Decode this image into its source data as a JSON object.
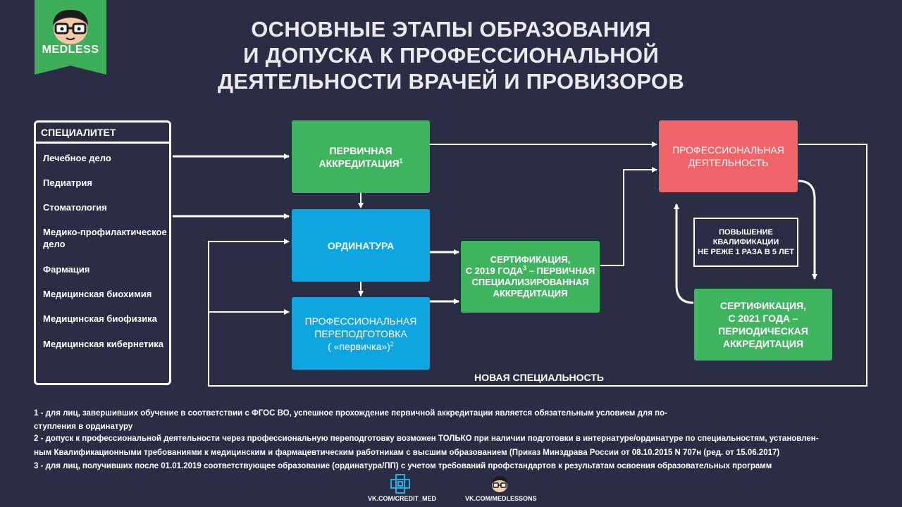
{
  "logo": {
    "text": "MEDLESS"
  },
  "title": [
    "ОСНОВНЫЕ ЭТАПЫ ОБРАЗОВАНИЯ",
    "И ДОПУСКА К ПРОФЕССИОНАЛЬНОЙ",
    "ДЕЯТЕЛЬНОСТИ ВРАЧЕЙ И ПРОВИЗОРОВ"
  ],
  "specialties": {
    "header": "СПЕЦИАЛИТЕТ",
    "items": [
      "Лечебное дело",
      "Педиатрия",
      "Стоматология",
      "Медико-профилактическое дело",
      "Фармация",
      "Медицинская биохимия",
      "Медицинская биофизика",
      "Медицинская кибернетика"
    ]
  },
  "nodes": {
    "primary_accreditation": {
      "line1": "ПЕРВИЧНАЯ",
      "line2": "АККРЕДИТАЦИЯ",
      "sup": "1"
    },
    "residency": {
      "label": "ОРДИНАТУРА"
    },
    "retraining": {
      "line1": "ПРОФЕССИОНАЛЬНАЯ",
      "line2": "ПЕРЕПОДГОТОВКА",
      "line3": "( «первичка»)",
      "sup": "2"
    },
    "certification_2019": {
      "line1": "СЕРТИФИКАЦИЯ,",
      "line2a": "С 2019 ГОДА",
      "sup": "3",
      "line2b": " – ПЕРВИЧНАЯ",
      "line3": "СПЕЦИАЛИЗИРОВАННАЯ",
      "line4": "АККРЕДИТАЦИЯ"
    },
    "professional_activity": {
      "line1": "ПРОФЕССИОНАЛЬНАЯ",
      "line2": "ДЕЯТЕЛЬНОСТЬ"
    },
    "qualification": {
      "line1": "ПОВЫШЕНИЕ",
      "line2": "КВАЛИФИКАЦИИ",
      "line3": "НЕ РЕЖЕ 1 РАЗА В 5 ЛЕТ"
    },
    "certification_2021": {
      "line1": "СЕРТИФИКАЦИЯ,",
      "line2": "С 2021 ГОДА –",
      "line3": "ПЕРИОДИЧЕСКАЯ",
      "line4": "АККРЕДИТАЦИЯ"
    },
    "new_specialty": {
      "label": "НОВАЯ СПЕЦИАЛЬНОСТЬ"
    }
  },
  "footnotes": [
    "1 - для лиц, завершивших обучение в соответствии с ФГОС ВО, успешное прохождение первичной аккредитации является обязательным условием для по-",
    "ступления в ординатуру",
    "2 - допуск к профессиональной деятельности через профессиональную переподготовку возможен ТОЛЬКО при наличии подготовки в интернатуре/ординатуре по специальностям, установлен-",
    "ным Квалификационными требованиями к медицинским и фармацевтическим работникам с высшим образованием (Приказ Минздрава России от 08.10.2015 N 707н (ред. от 15.06.2017)",
    "3 - для лиц, получивших после 01.01.2019 соответствующее образование (ординатура/ПП) с учетом требований профстандартов к результатам освоения образовательных программ"
  ],
  "links": [
    {
      "text": "VK.COM/CREDIT_MED",
      "icon": "credit-med-icon"
    },
    {
      "text": "VK.COM/MEDLESSONS",
      "icon": "medless-avatar-icon"
    }
  ],
  "colors": {
    "background": "#2b2d45",
    "green": "#3fb560",
    "blue": "#0ea5e1",
    "red": "#ef6468"
  }
}
